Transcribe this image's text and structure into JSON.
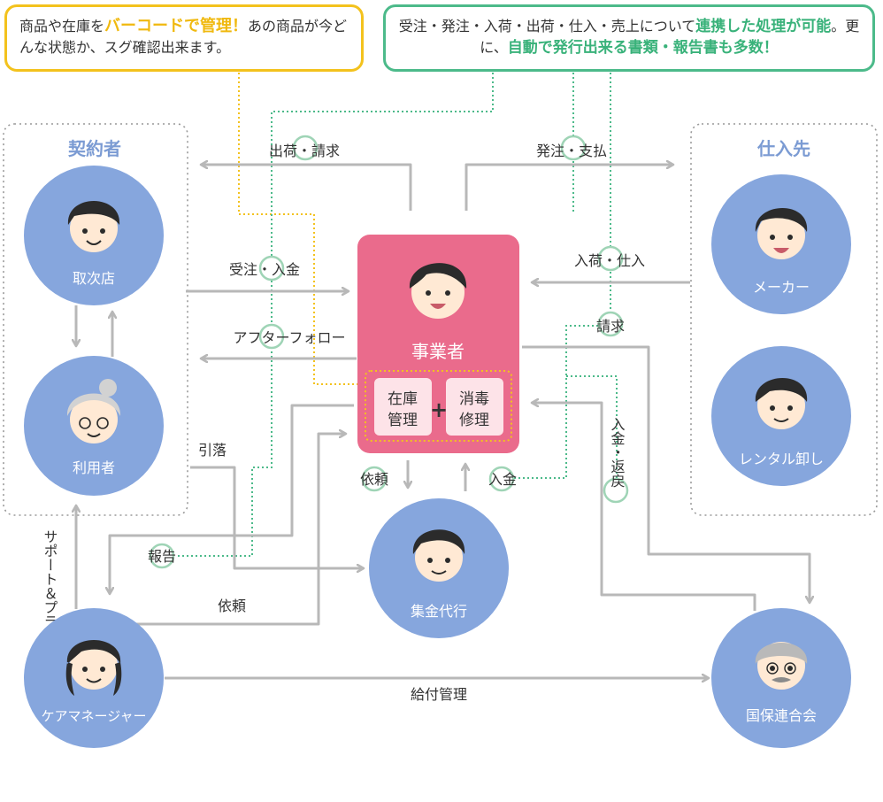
{
  "callouts": {
    "barcode": {
      "pre": "商品や在庫を",
      "highlight": "バーコードで管理！",
      "post": "あの商品が今どんな状態か、スグ確認出来ます。"
    },
    "linkage": {
      "pre": "受注・発注・入荷・出荷・仕入・売上について",
      "highlight1": "連携した処理が可能",
      "mid": "。更に、",
      "highlight2": "自動で発行出来る書類・報告書も多数！"
    }
  },
  "groups": {
    "contractors": "契約者",
    "suppliers": "仕入先"
  },
  "nodes": {
    "agency": "取次店",
    "user": "利用者",
    "business": "事業者",
    "inventory": "在庫\n管理",
    "repair": "消毒\n修理",
    "maker": "メーカー",
    "rental": "レンタル卸し",
    "collection": "集金代行",
    "caremanager": "ケアマネージャー",
    "kokuho": "国保連合会"
  },
  "flows": {
    "shipping_billing": "出荷・請求",
    "order_payment": "発注・支払",
    "order_receipt_deposit": "受注・入金",
    "arrival_purchase": "入荷・仕入",
    "billing": "請求",
    "aftercare": "アフターフォロー",
    "debit": "引落",
    "request_left": "依頼",
    "deposit": "入金",
    "deposit_return": "入金・返戻",
    "report": "報告",
    "request_bottom": "依頼",
    "support_plan": "サポート＆プラン",
    "benefit_management": "給付管理"
  },
  "colors": {
    "node_blue": "#86a6dd",
    "business_pink": "#ea6b8c",
    "arrow_gray": "#b8b8b8",
    "group_title": "#7b9bd3",
    "callout_yellow": "#f3c21d",
    "callout_green": "#4cba8a"
  }
}
